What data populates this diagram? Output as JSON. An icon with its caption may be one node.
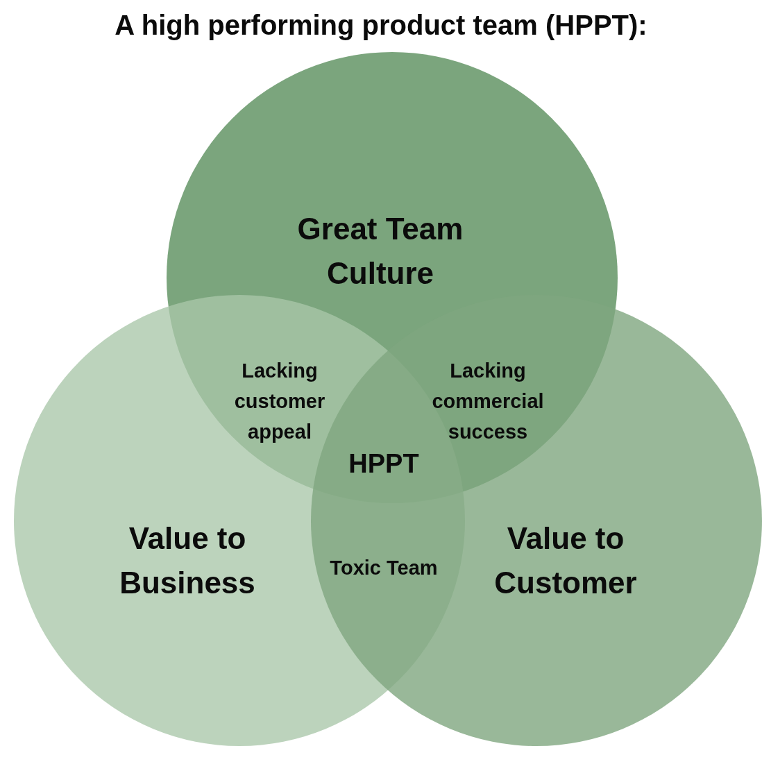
{
  "diagram": {
    "title": "A high performing product team (HPPT):",
    "nodes": [
      {
        "text": [
          "Great Team Culture"
        ]
      },
      {
        "text": [
          "Value to Business"
        ]
      },
      {
        "text": [
          "Value to Customer"
        ]
      }
    ],
    "labels": [
      "Lacking customer appeal",
      "Lacking commercial success",
      "HPPT",
      "Toxic Team"
    ]
  }
}
